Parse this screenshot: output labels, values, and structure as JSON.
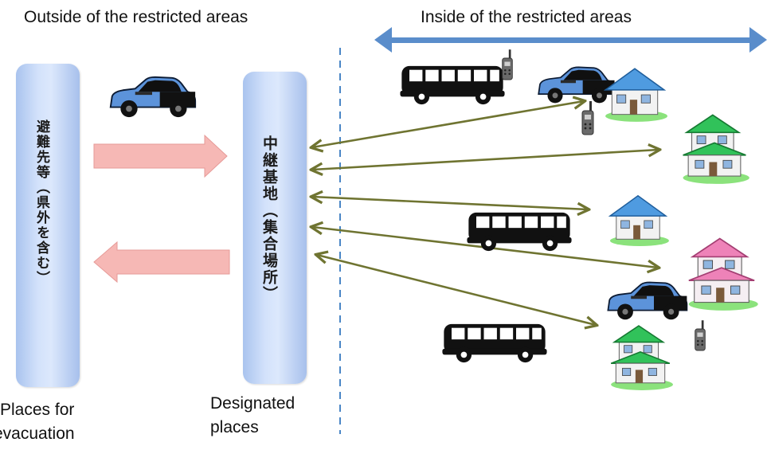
{
  "headings": {
    "outside": "Outside of the restricted areas",
    "inside": "Inside of the restricted areas"
  },
  "evacuation_box": {
    "label": "避難先等（県外を含む）",
    "caption_line1": "Places for",
    "caption_line2": "evacuation"
  },
  "relay_box": {
    "label": "中継基地（集合場所）",
    "caption_line1": "Designated",
    "caption_line2": "places"
  },
  "colors": {
    "pillar": "#bcd2f5",
    "flow_arrow": "#f6b8b5",
    "route_arrow": "#6f7431",
    "range_arrow": "#5a8dcb",
    "boundary": "#4a86c6",
    "house_blue": "#4f9be0",
    "house_green": "#31c25a",
    "house_pink": "#ee82b8",
    "car": "#5c93da"
  },
  "icons": [
    "car-icon",
    "bus-icon",
    "house-icon",
    "walkie-talkie-icon"
  ]
}
